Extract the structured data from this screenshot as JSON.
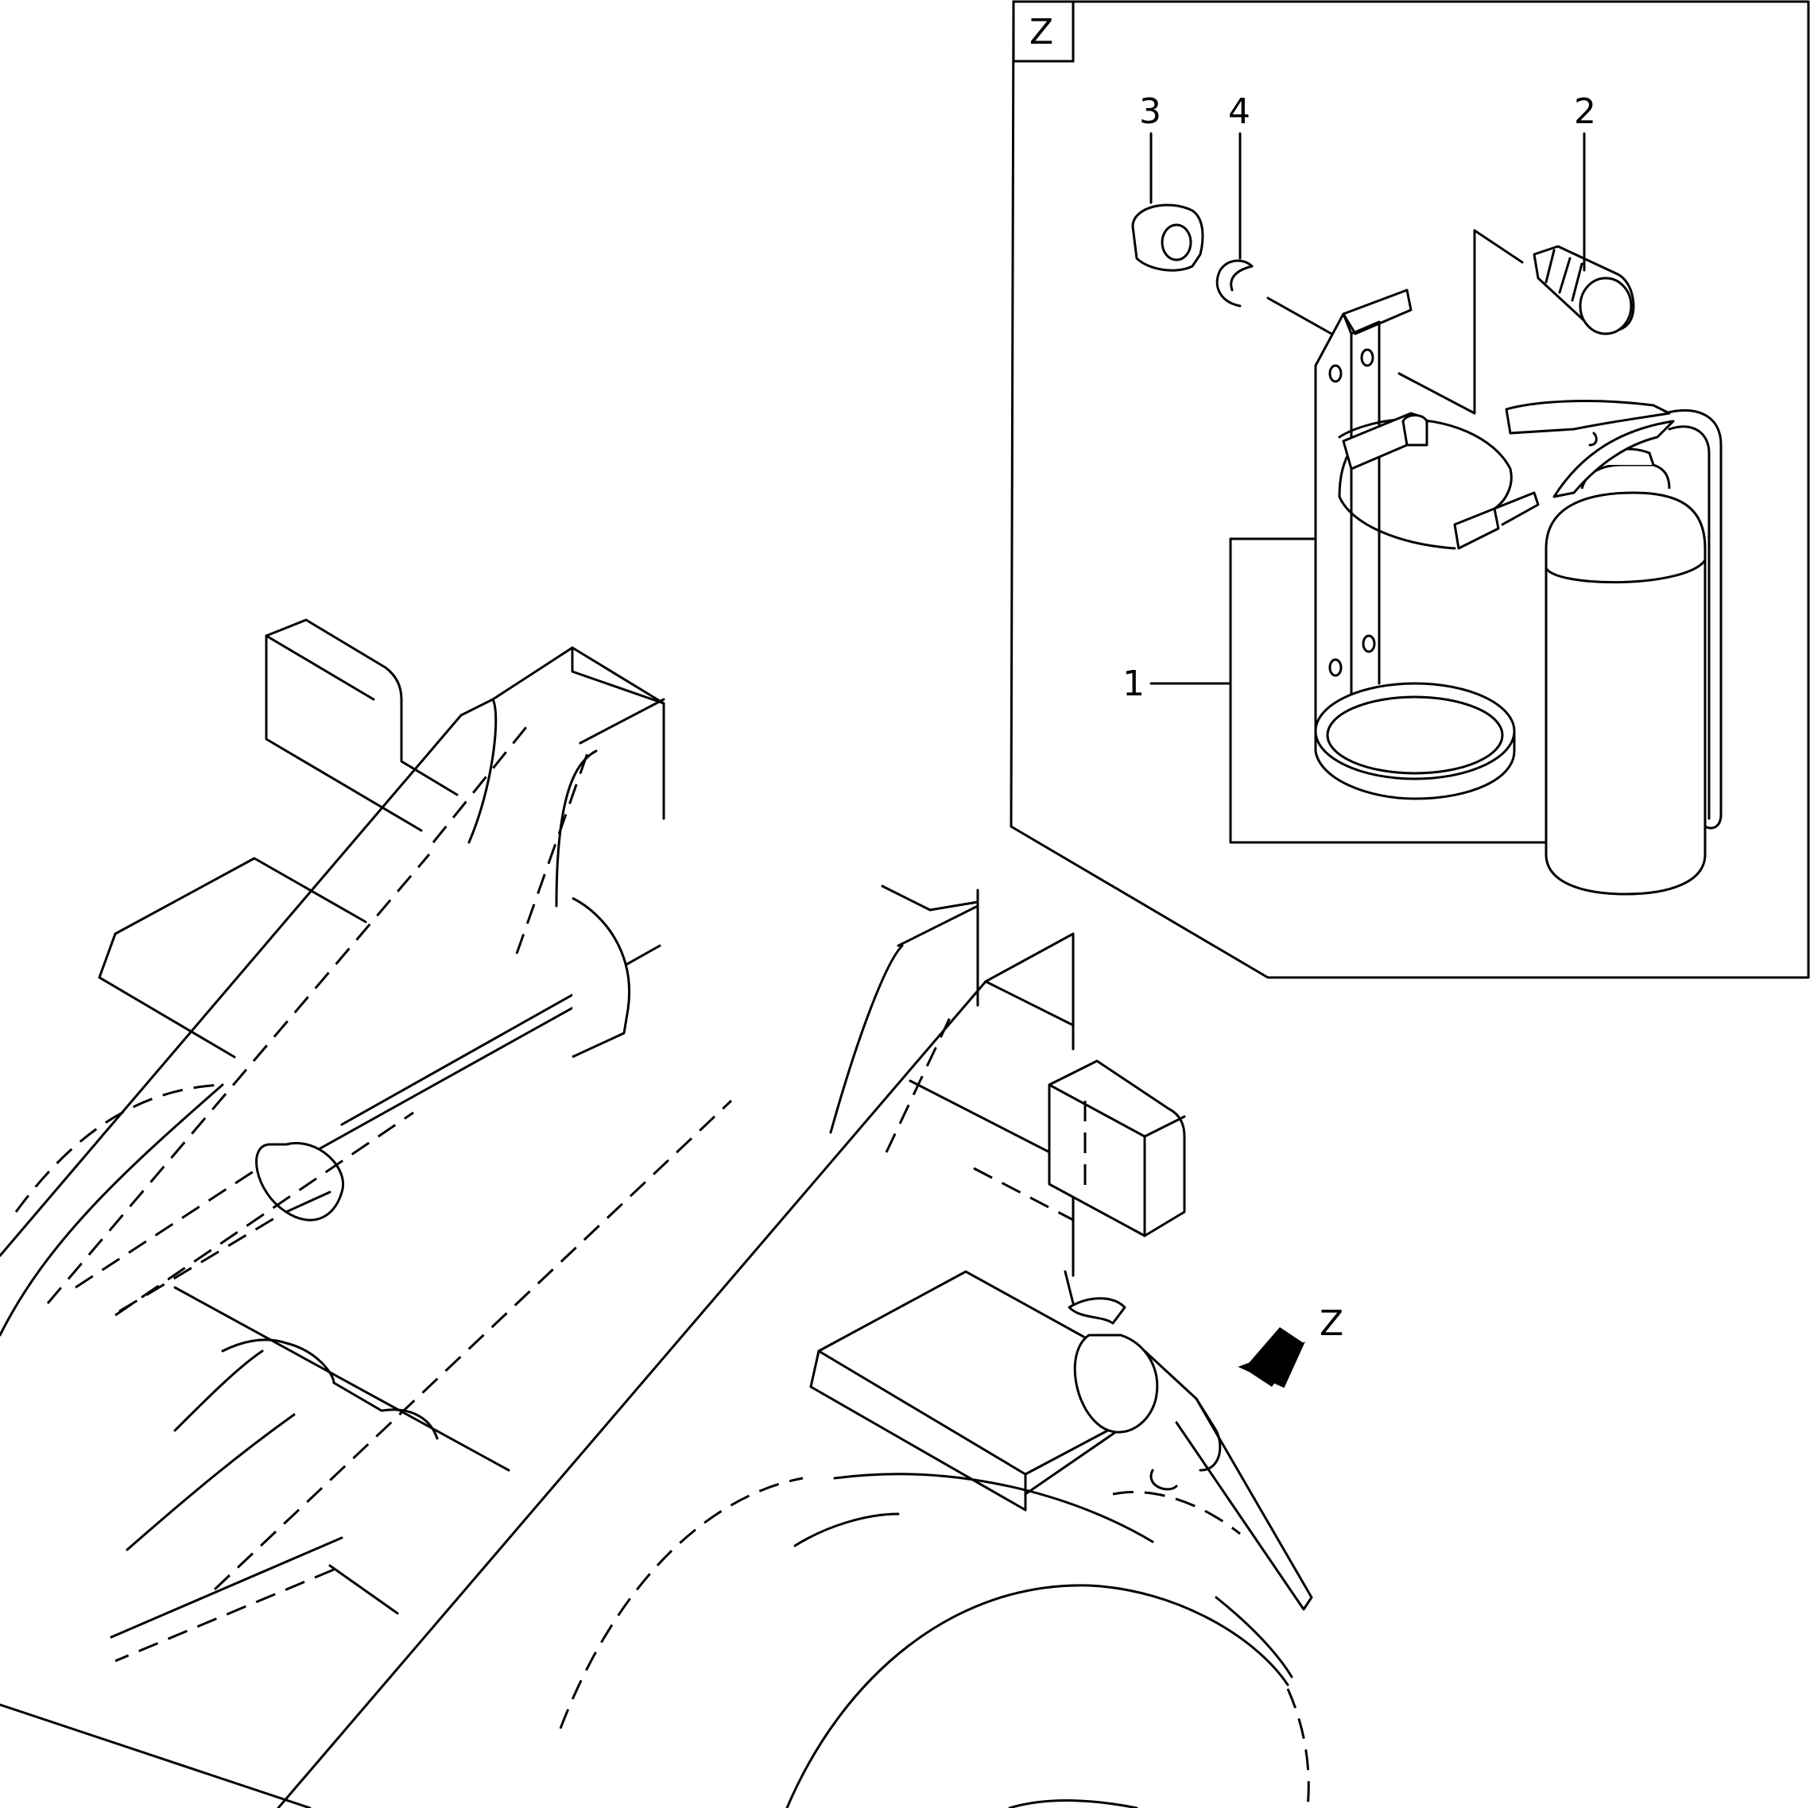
{
  "detail": {
    "view_letter": "Z"
  },
  "callouts": [
    {
      "id": "1",
      "text": "1"
    },
    {
      "id": "2",
      "text": "2"
    },
    {
      "id": "3",
      "text": "3"
    },
    {
      "id": "4",
      "text": "4"
    }
  ],
  "view_arrow": {
    "text": "Z"
  }
}
